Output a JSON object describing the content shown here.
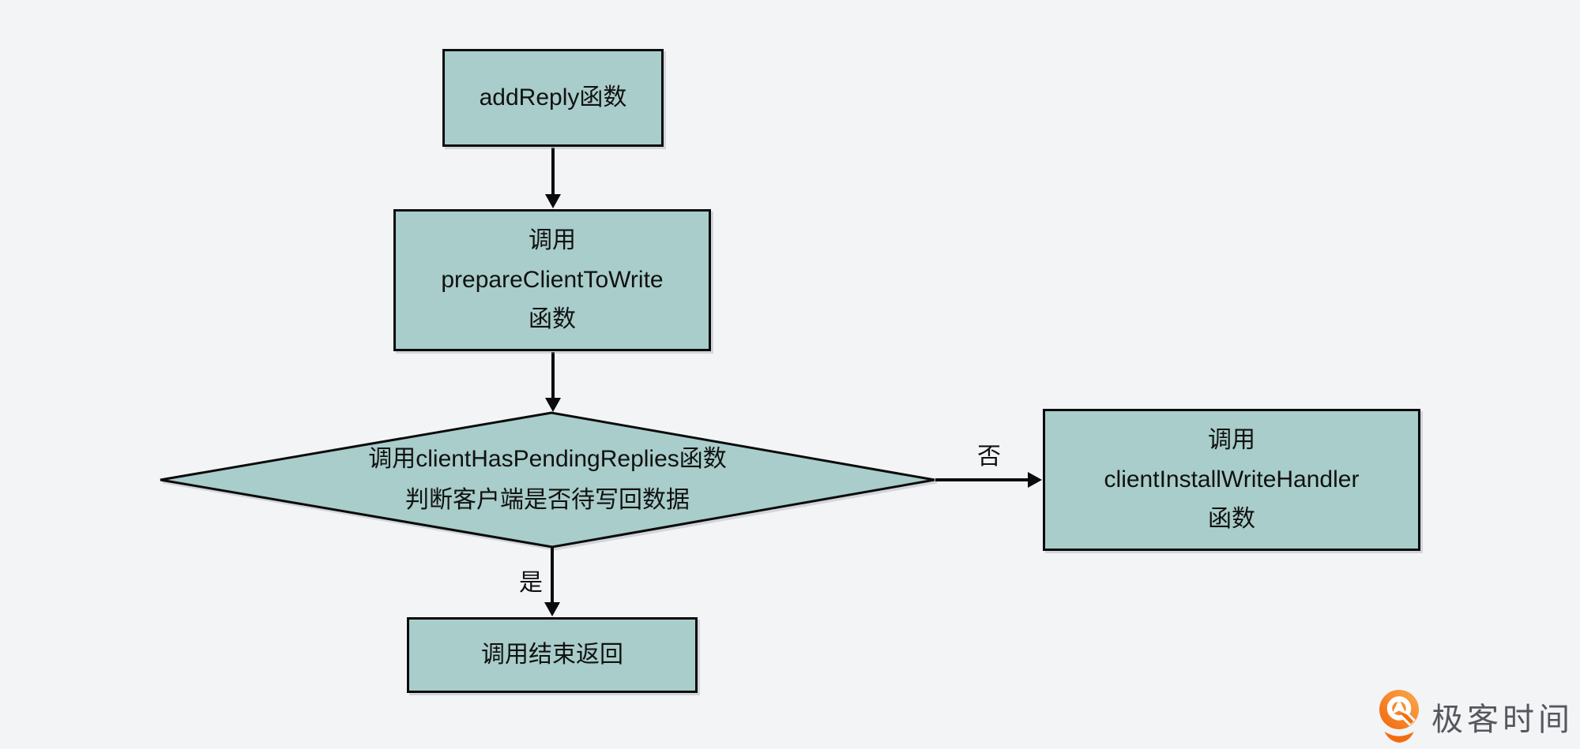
{
  "theme": {
    "bg": "#f3f4f6",
    "shape_fill": "#a8cdca",
    "shape_stroke": "#0b0b0b",
    "text_color": "#111111",
    "logo_orange": "#f1670d",
    "logo_orange_light": "#fbaa4e",
    "logo_text_color": "#55585d"
  },
  "flowchart": {
    "nodes": {
      "start": {
        "label": "addReply函数"
      },
      "prepare": {
        "lines": [
          "调用",
          "prepareClientToWrite",
          "函数"
        ]
      },
      "decision": {
        "lines": [
          "调用clientHasPendingReplies函数",
          "判断客户端是否待写回数据"
        ]
      },
      "install": {
        "lines": [
          "调用",
          "clientInstallWriteHandler",
          "函数"
        ]
      },
      "finish": {
        "label": "调用结束返回"
      }
    },
    "edge_labels": {
      "no": "否",
      "yes": "是"
    }
  },
  "logo": {
    "icon": "geektime-logo-icon",
    "text": "极客时间"
  }
}
